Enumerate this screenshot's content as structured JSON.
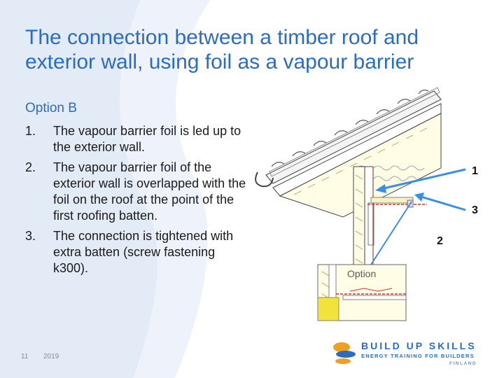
{
  "slide": {
    "title": "The connection between a timber roof and exterior wall, using foil as a vapour barrier",
    "subtitle": "Option B",
    "steps": [
      {
        "num": "1.",
        "text": "The vapour barrier foil is led up to the exterior wall."
      },
      {
        "num": "2.",
        "text": "The vapour barrier foil of the exterior wall is overlapped with the foil on the roof at the point of the first roofing batten."
      },
      {
        "num": "3.",
        "text": "The connection is tightened with extra batten (screw fastening k300)."
      }
    ]
  },
  "diagram": {
    "callouts": [
      "1",
      "3",
      "2"
    ],
    "option_label": "Option",
    "arrow_color": "#3a8ee6"
  },
  "footer": {
    "page_number": "11",
    "year": "2019"
  },
  "logo": {
    "line1": "BUILD UP SKILLS",
    "line2": "ENERGY TRAINING FOR BUILDERS",
    "line3": "FINLAND"
  },
  "colors": {
    "accent": "#2a6cc4",
    "swoosh": "#dce6f5",
    "logo_orange": "#f0a020"
  }
}
